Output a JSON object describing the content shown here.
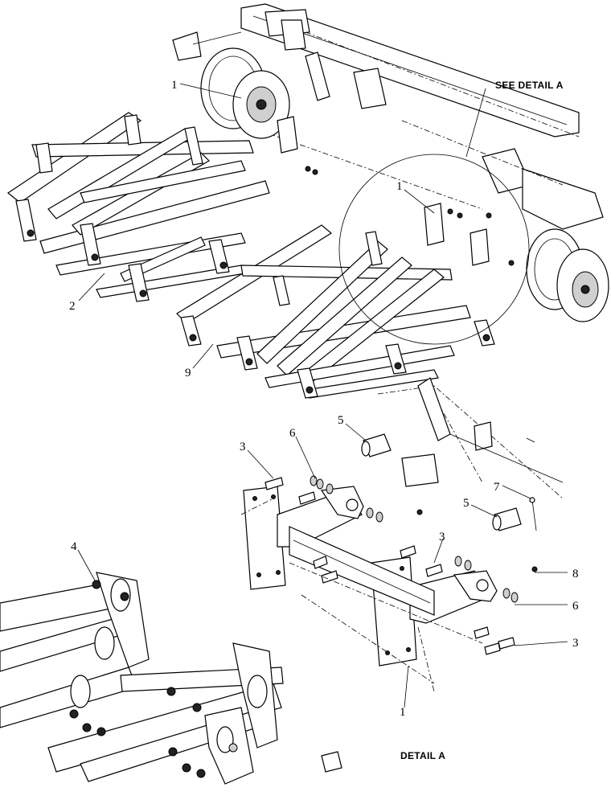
{
  "captions": {
    "see_detail": "SEE DETAIL  A",
    "detail": "DETAIL  A"
  },
  "callouts": {
    "c1_top": "1",
    "c1_circle": "1",
    "c1_bottom": "1",
    "c2": "2",
    "c3_a": "3",
    "c3_b": "3",
    "c3_c": "3",
    "c4": "4",
    "c5_a": "5",
    "c5_b": "5",
    "c6_a": "6",
    "c6_b": "6",
    "c7": "7",
    "c8": "8",
    "c9": "9"
  }
}
